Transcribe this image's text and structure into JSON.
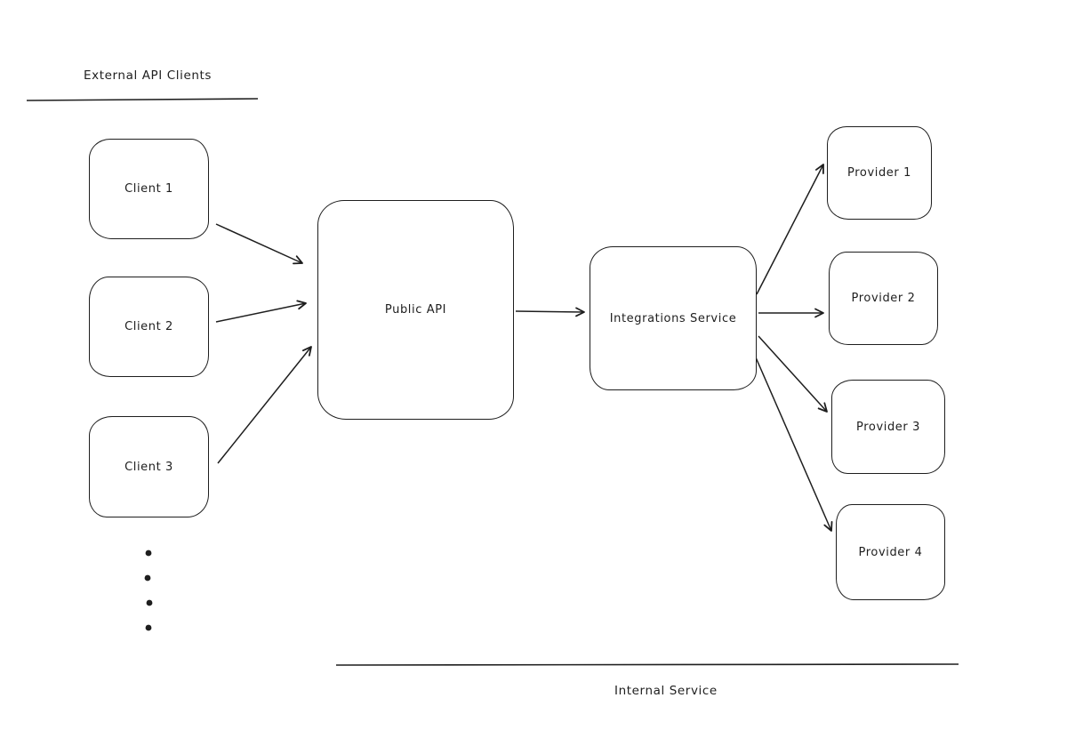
{
  "diagram": {
    "type": "flowchart",
    "style": "hand-drawn",
    "colors": {
      "stroke": "#1e1e1e",
      "background": "#ffffff",
      "node_fill": "#ffffff"
    },
    "sections": {
      "external_label": "External API Clients",
      "internal_label": "Internal Service"
    },
    "nodes": {
      "client1": {
        "label": "Client 1"
      },
      "client2": {
        "label": "Client 2"
      },
      "client3": {
        "label": "Client 3"
      },
      "public_api": {
        "label": "Public API"
      },
      "integrations": {
        "label": "Integrations Service"
      },
      "provider1": {
        "label": "Provider 1"
      },
      "provider2": {
        "label": "Provider 2"
      },
      "provider3": {
        "label": "Provider 3"
      },
      "provider4": {
        "label": "Provider 4"
      }
    },
    "edges": [
      {
        "from": "client1",
        "to": "public_api"
      },
      {
        "from": "client2",
        "to": "public_api"
      },
      {
        "from": "client3",
        "to": "public_api"
      },
      {
        "from": "public_api",
        "to": "integrations"
      },
      {
        "from": "integrations",
        "to": "provider1"
      },
      {
        "from": "integrations",
        "to": "provider2"
      },
      {
        "from": "integrations",
        "to": "provider3"
      },
      {
        "from": "integrations",
        "to": "provider4"
      }
    ],
    "ellipsis_dots": 4
  }
}
